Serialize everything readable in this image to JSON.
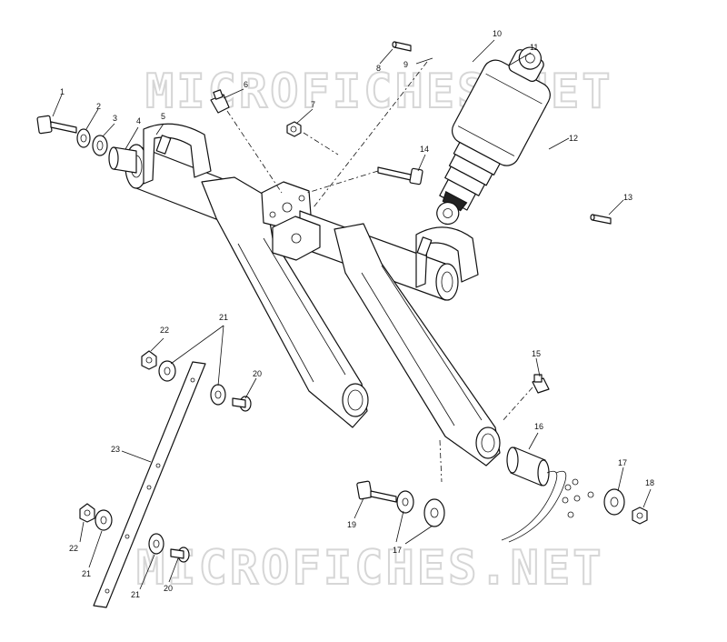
{
  "watermark": {
    "top": "MICROFICHES.NET",
    "bottom": "MICROFICHES.NET"
  },
  "callouts": {
    "c1": "1",
    "c2": "2",
    "c3": "3",
    "c4": "4",
    "c5": "5",
    "c6": "6",
    "c7": "7",
    "c8": "8",
    "c9": "9",
    "c10": "10",
    "c11": "11",
    "c12": "12",
    "c13": "13",
    "c14": "14",
    "c15": "15",
    "c16": "16",
    "c17a": "17",
    "c17b": "17",
    "c18": "18",
    "c19": "19",
    "c20a": "20",
    "c20b": "20",
    "c21a": "21",
    "c21b": "21",
    "c21c": "21",
    "c22a": "22",
    "c22b": "22",
    "c23": "23"
  }
}
